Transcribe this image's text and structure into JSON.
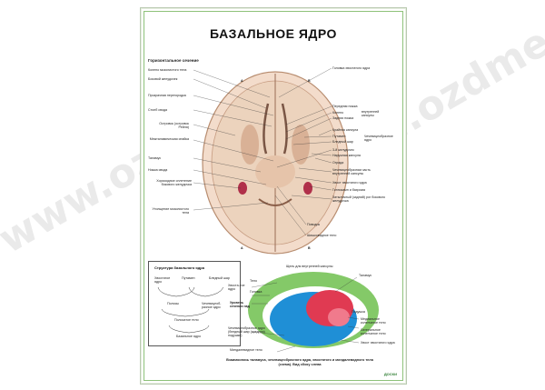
{
  "poster": {
    "title": "БАЗАЛЬНОЕ ЯДРО",
    "section_title": "Горизонтальное сечение"
  },
  "left_labels": [
    "Колено мозолистого тела",
    "Боковой желудочек",
    "Прозрачная перегородка",
    "Столб свода",
    "Островок (островок Рейля)",
    "Межталамическая спайка",
    "Таламус",
    "Ножка свода",
    "Хориоидное сплетение бокового желудочка",
    "Утолщение мозолистого тела"
  ],
  "right_labels": [
    "Головка хвостатого ядра",
    "Передняя ножка",
    "Колено",
    "Задняя ножка",
    "Крайняя капсула",
    "Путамен",
    "Бледный шар",
    "3-й желудочек",
    "Наружная капсула",
    "Ограда",
    "Чечевицеобразная часть внутренней капсулы",
    "Хвост хвостатого ядра",
    "Гиппокамп и бахрома",
    "Затылочный (задний) рог бокового желудочка",
    "Поводок",
    "Шишковидное тело"
  ],
  "bracket_labels": {
    "capsule": "внутренней капсулы",
    "lentiform": "Чечевицеобразное ядро"
  },
  "section_markers": [
    "A",
    "B",
    "A",
    "B"
  ],
  "structure_box": {
    "title": "Структура базального ядра",
    "items": [
      "Хвостатое ядро",
      "Путамен",
      "Бледный шар",
      "Полосы",
      "Чечевицеоб-разное ядро",
      "Полосатое тело",
      "Базальное ядро"
    ]
  },
  "diagram_labels": {
    "top": "Щель для внутренней капсулы",
    "tail_body": "Хвоста-тое ядро",
    "body": "Тело",
    "head": "Головка",
    "thalamus": "Таламус",
    "level": "Уровень сечения над",
    "lentiform": "Чечевицеобразное ядро (бледный шар (средняя) подушки)",
    "pulvinar": "Подушка",
    "medial_geniculate": "Медиальное коленчатое тело",
    "lateral_geniculate": "Латеральное коленчатое тело",
    "amygdala": "Миндалевидное тело",
    "tail": "Хвост хвостатого ядра"
  },
  "caption": "Взаимосвязь таламуса, чечевицеобразного ядра, хвостатого и миндалевидного тела (схема). Вид сбоку слева",
  "logo": "ДОСКИ",
  "watermark": "www.ozdmed.ru",
  "colors": {
    "green": "#6fbf4d",
    "blue": "#1f8fd6",
    "red": "#e03a52",
    "brain_light": "#f3dccb",
    "brain_dark": "#d9b196"
  }
}
